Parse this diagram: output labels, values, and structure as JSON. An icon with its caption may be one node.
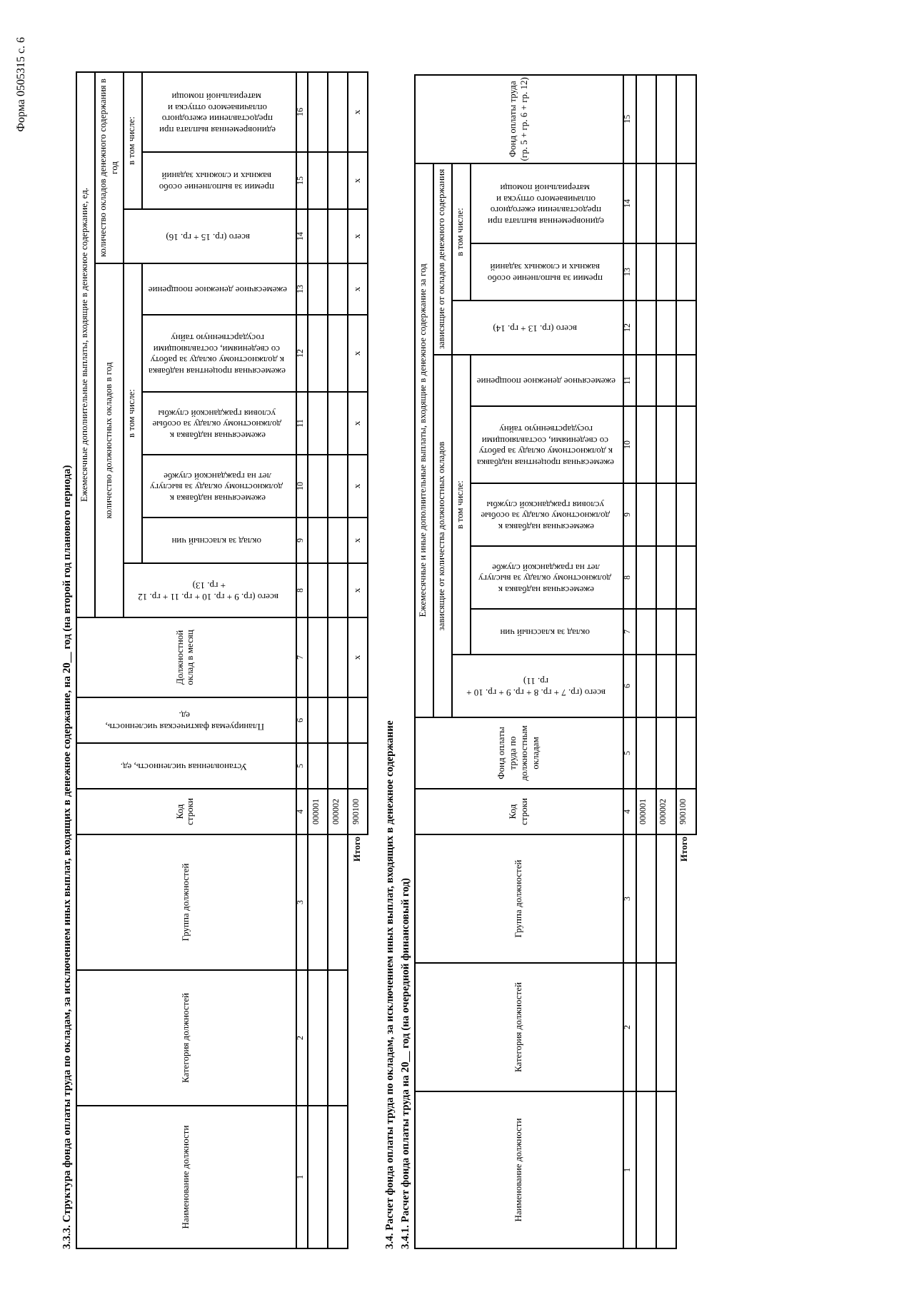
{
  "diagram": {
    "title": "Форма 0505315 с. 6",
    "labels": [
      "3.3.3. Структура фонда оплаты труда по окладам, за исключением иных выплат, входящих в денежное содержание, на 20__ год (на второй год планового периода)",
      "Наименование должности",
      "Категория должностей",
      "Группа должностей",
      "Код строки",
      "Установленная численность, ед.",
      "Планируемая фактическая численность, ед.",
      "Должностной оклад в месяц",
      "Ежемесячные дополнительные выплаты, входящие в денежное содержание, ед.",
      "количество должностных окладов в год",
      "количество окладов денежного содержания в год",
      "всего (гр. 9 + гр. 10 + гр. 11 + гр. 12 + гр. 13)",
      "в том числе:",
      "всего (гр. 15 + гр. 16)",
      "в том числе:",
      "оклад за классный чин",
      "ежемесячная надбавка к должностному окладу за выслугу лет на гражданской службе",
      "ежемесячная надбавка к должностному окладу за особые условия гражданской службы",
      "ежемесячная процентная надбавка к должностному окладу за работу со сведениями, составляющими государственную тайну",
      "ежемесячное денежное поощрение",
      "премии за выполнение особо важных и сложных заданий",
      "единовременная выплата при предоставлении ежегодного оплачиваемого отпуска и материальной помощи",
      "1",
      "2",
      "3",
      "4",
      "5",
      "6",
      "7",
      "8",
      "9",
      "10",
      "11",
      "12",
      "13",
      "14",
      "15",
      "16",
      "000001",
      "000002",
      "Итого",
      "900100",
      "х",
      "х",
      "х",
      "х",
      "х",
      "х",
      "х",
      "х",
      "х",
      "х",
      "3.4. Расчет фонда оплаты труда по окладам, за исключением иных выплат, входящих в денежное содержание",
      "3.4.1. Расчет фонда оплаты труда на 20__ год (на очередной финансовый год)",
      "Наименование должности",
      "Категория должностей",
      "Группа должностей",
      "Код строки",
      "Фонд оплаты труда по должностным окладам",
      "Ежемесячные и иные дополнительные выплаты, входящие в денежное содержание за год",
      "Фонд оплаты труда (гр. 5 + гр. 6 + гр. 12)",
      "зависящие от количества должностных окладов",
      "зависящие от окладов денежного содержания",
      "всего (гр. 7 + гр. 8 + гр. 9 + гр. 10 + гр. 11)",
      "в том числе:",
      "всего (гр. 13 + гр. 14)",
      "в том числе:",
      "оклад за классный чин",
      "ежемесячная надбавка к должностному окладу за выслугу лет на гражданской службе",
      "ежемесячная надбавка к должностному окладу за особые условия гражданской службы",
      "ежемесячная процентная надбавка к должностному окладу за работу со сведениями, составляющими государственную тайну",
      "ежемесячное денежное поощрение",
      "премии за выполнение особо важных и сложных заданий",
      "единовременная выплата при предоставлении ежегодного оплачиваемого отпуска и материальной помощи",
      "1",
      "2",
      "3",
      "4",
      "5",
      "6",
      "7",
      "8",
      "9",
      "10",
      "11",
      "12",
      "13",
      "14",
      "15",
      "000001",
      "000002",
      "Итого",
      "900100"
    ]
  }
}
